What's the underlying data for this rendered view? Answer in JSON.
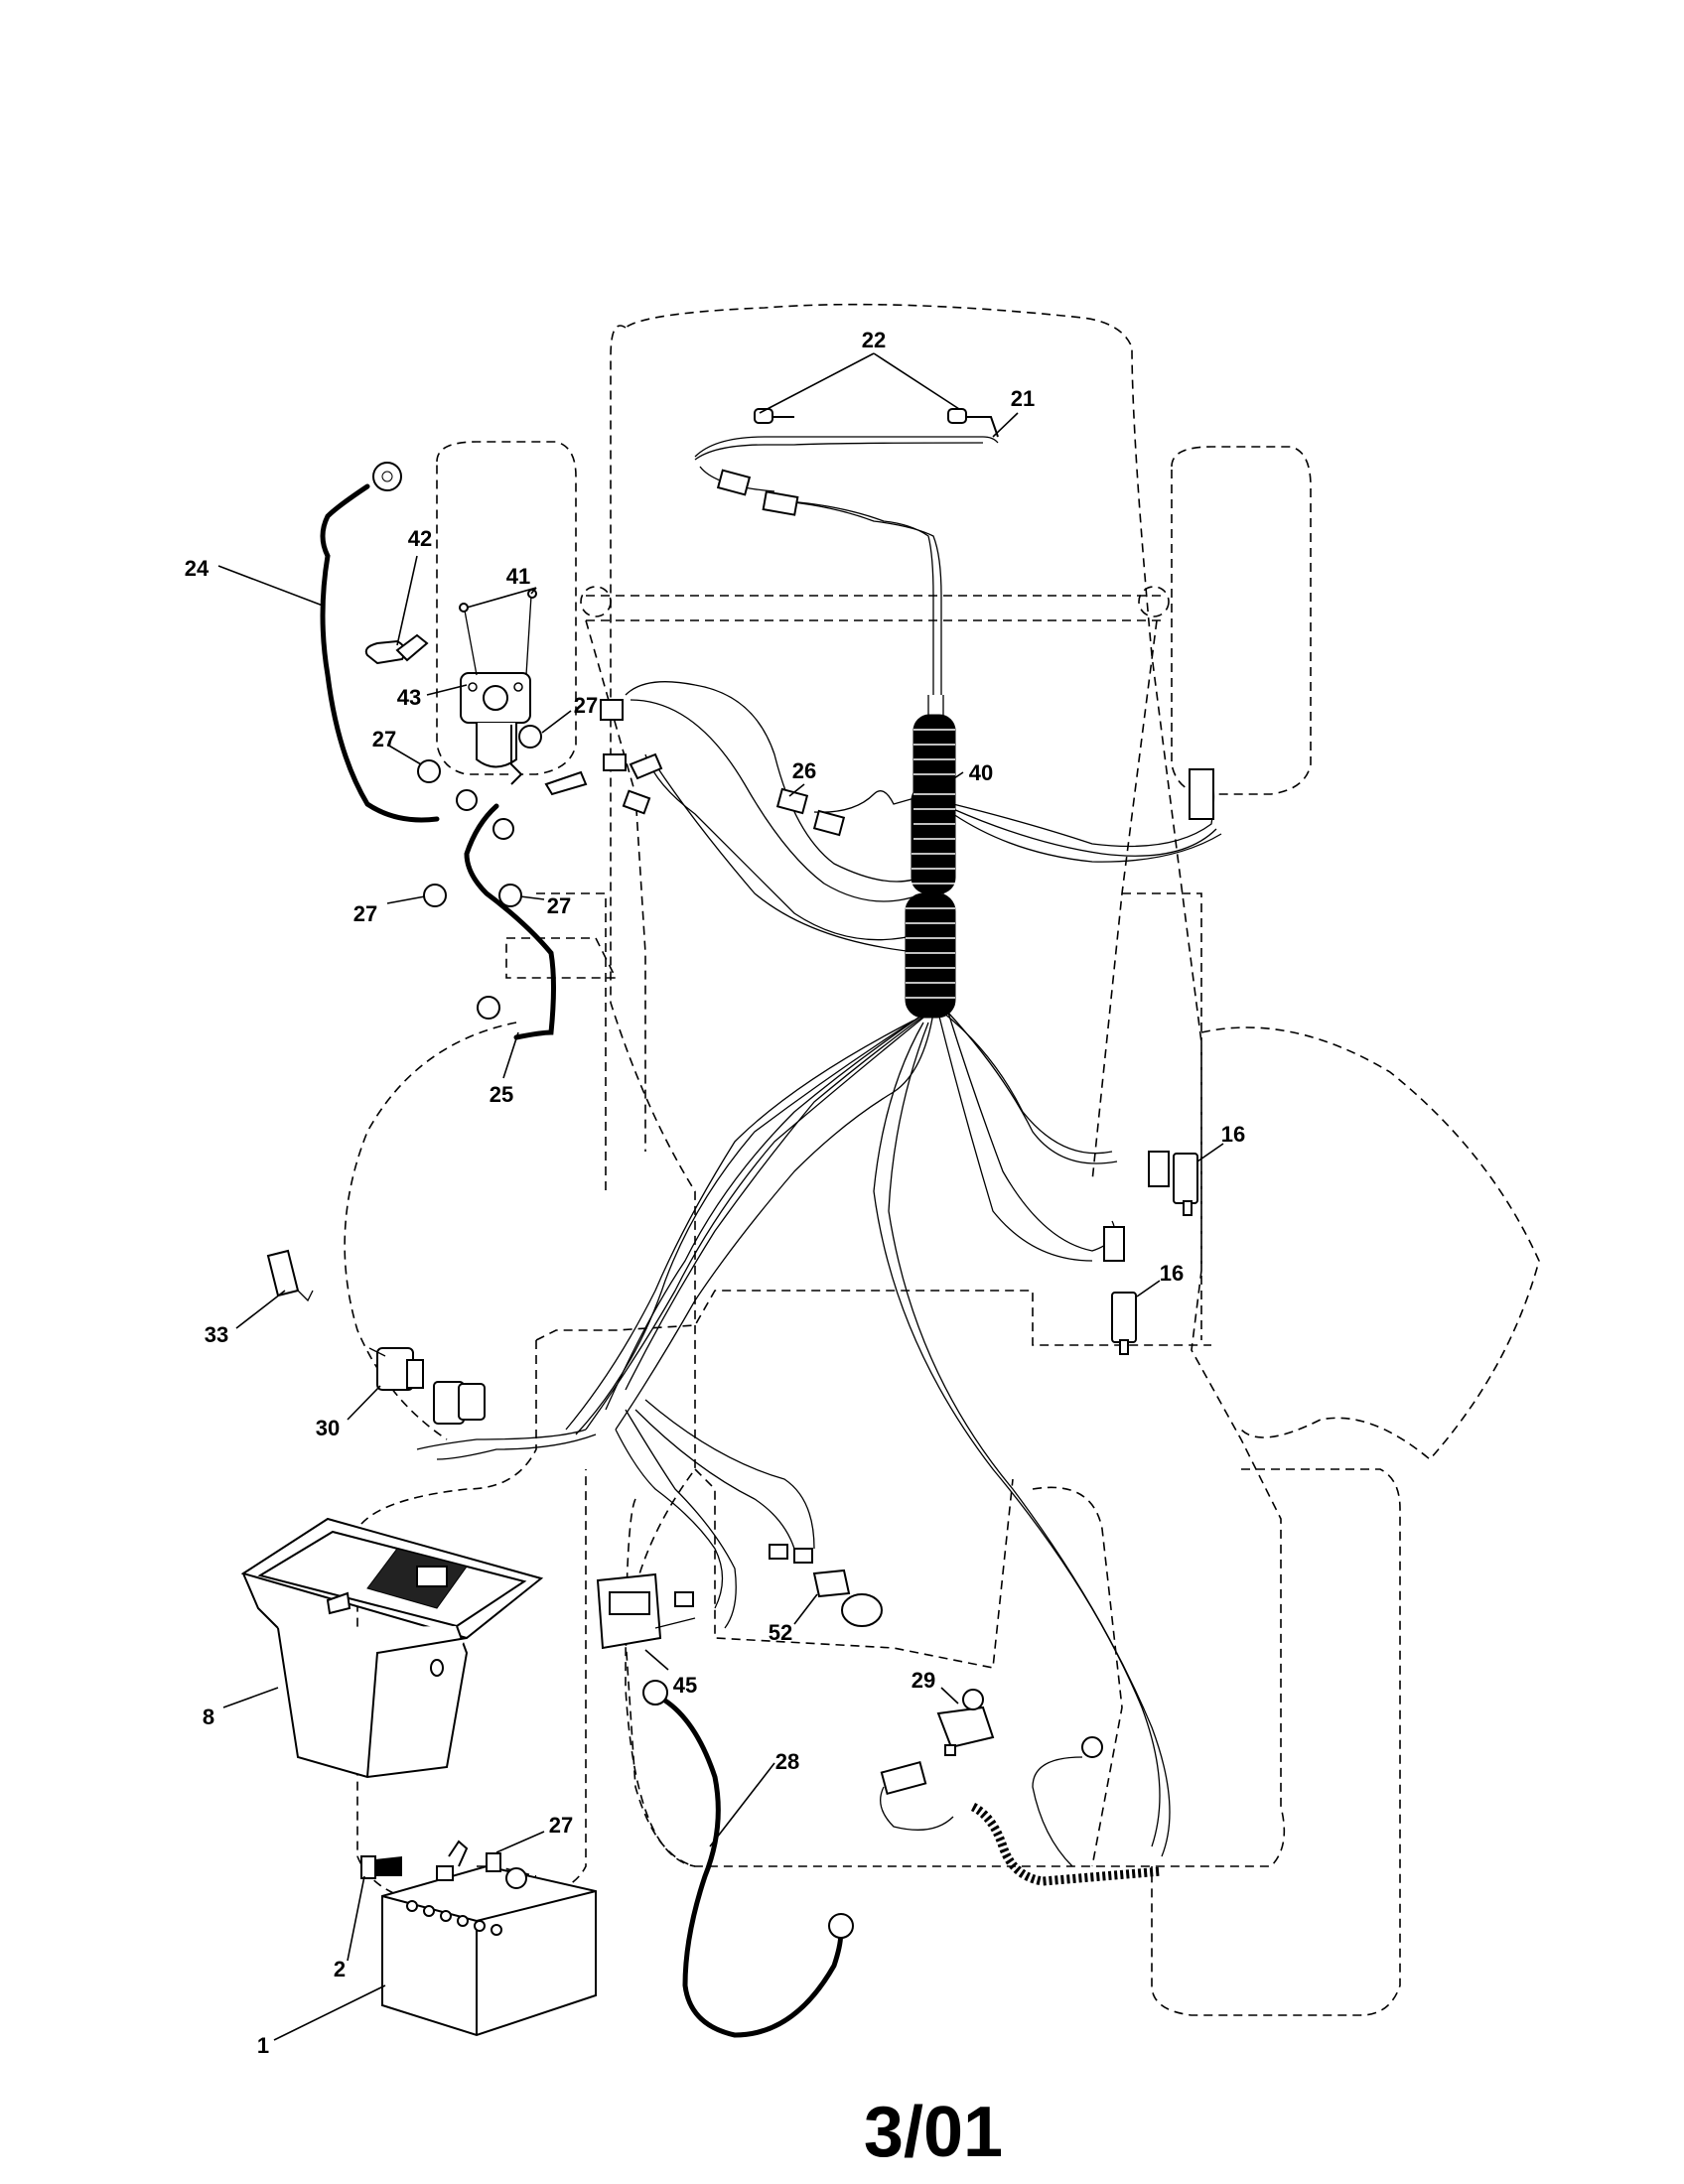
{
  "callouts": [
    "22",
    "21",
    "24",
    "42",
    "41",
    "43",
    "27",
    "27",
    "27",
    "27",
    "26",
    "40",
    "25",
    "16",
    "16",
    "33",
    "30",
    "8",
    "45",
    "52",
    "29",
    "28",
    "27",
    "2",
    "1"
  ],
  "footer": {
    "label": "3/01"
  }
}
